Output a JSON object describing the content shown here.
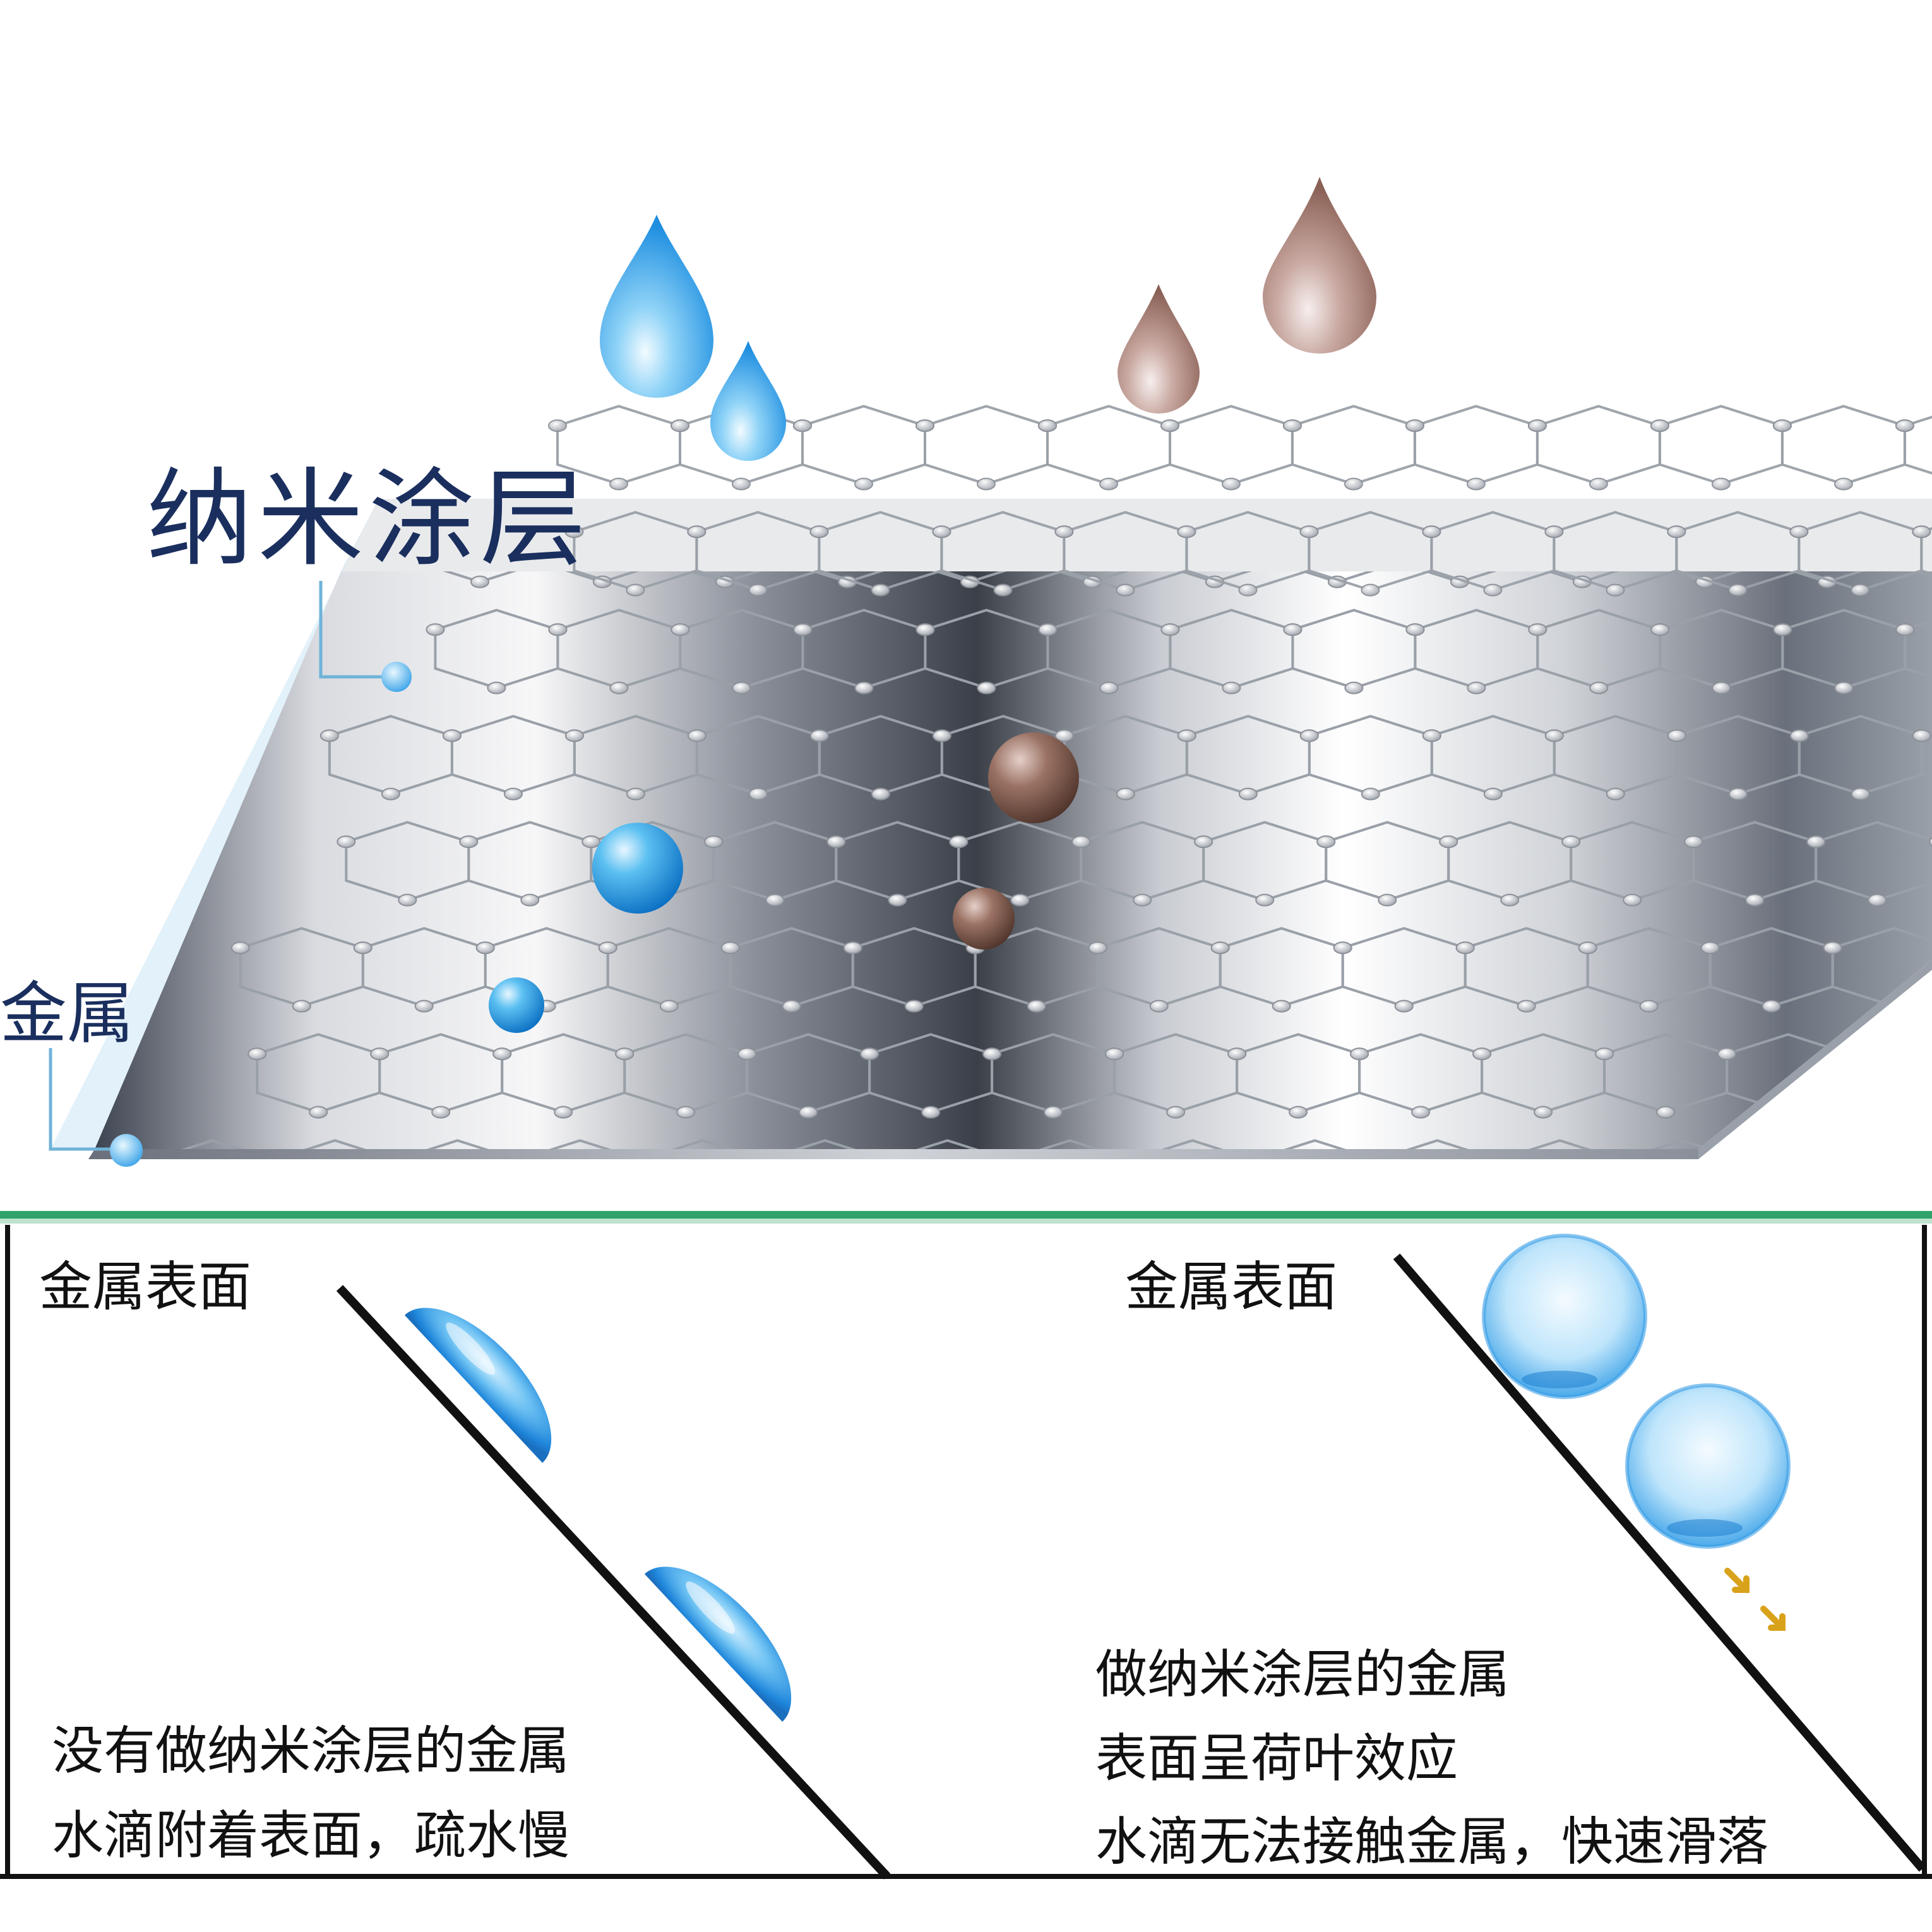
{
  "top": {
    "coating_label": "纳米涂层",
    "metal_label": "金属"
  },
  "panels": {
    "left": {
      "surface_label": "金属表面",
      "caption_line1": "没有做纳米涂层的金属",
      "caption_line2": "水滴附着表面，疏水慢"
    },
    "right": {
      "surface_label": "金属表面",
      "caption_line1": "做纳米涂层的金属",
      "caption_line2": "表面呈荷叶效应",
      "caption_line3": "水滴无法接触金属，快速滑落"
    }
  },
  "colors": {
    "water_blue": "#3aa3e8",
    "dirt_brown": "#8b6a5e",
    "label_navy": "#1a2f5e",
    "leader_line": "#6fb3d8",
    "frame_green": "#2fa36a",
    "arrow_gold": "#d9a21b"
  },
  "icons": {
    "lattice": "hexagon-lattice-icon",
    "arrow": "arrow-down-right-icon"
  }
}
